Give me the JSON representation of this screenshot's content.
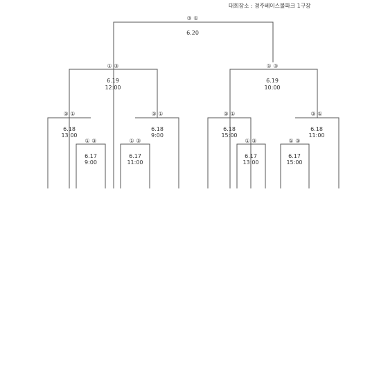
{
  "header": {
    "venue": "대회장소 : 경주베이스볼파크 1구장"
  },
  "matches": [
    {
      "id": "final",
      "score": "③ ①",
      "date": "6.20",
      "time": ""
    },
    {
      "id": "semi-left",
      "score": "① ③",
      "date": "6.19",
      "time": "12:00"
    },
    {
      "id": "semi-right",
      "score": "① ③",
      "date": "6.19",
      "time": "10:00"
    },
    {
      "id": "qf-1",
      "score": "③ ①",
      "date": "6.18",
      "time": "13:00"
    },
    {
      "id": "qf-2",
      "score": "③ ①",
      "date": "6.18",
      "time": "9:00"
    },
    {
      "id": "qf-3",
      "score": "③ ①",
      "date": "6.18",
      "time": "15:00"
    },
    {
      "id": "qf-4",
      "score": "③ ①",
      "date": "6.18",
      "time": "11:00"
    },
    {
      "id": "r1-1",
      "score": "① ③",
      "date": "6.17",
      "time": "9:00"
    },
    {
      "id": "r1-2",
      "score": "① ③",
      "date": "6.17",
      "time": "11:00"
    },
    {
      "id": "r1-3",
      "score": "① ③",
      "date": "6.17",
      "time": "13:00"
    },
    {
      "id": "r1-4",
      "score": "① ③",
      "date": "6.17",
      "time": "15:00"
    }
  ]
}
